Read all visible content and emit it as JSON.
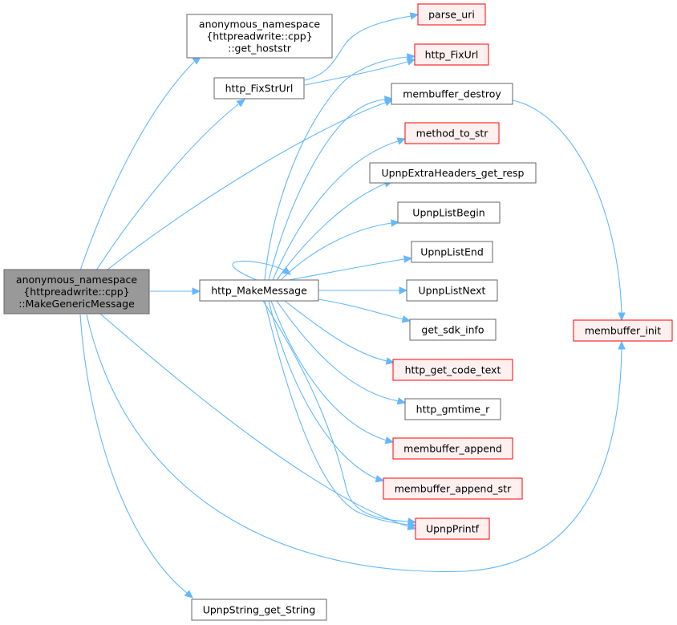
{
  "colors": {
    "edge": "#63b8ff",
    "root_fill": "#999999",
    "root_border": "#666666",
    "normal_border": "#666666",
    "external_border": "#ff0000",
    "external_fill": "#fff0f0",
    "normal_fill": "#ffffff"
  },
  "nodes": {
    "make_generic_message": {
      "lines": [
        "anonymous_namespace",
        "{httpreadwrite::cpp}",
        "::MakeGenericMessage"
      ]
    },
    "get_hoststr": {
      "lines": [
        "anonymous_namespace",
        "{httpreadwrite::cpp}",
        "::get_hoststr"
      ]
    },
    "http_fixstrurl": {
      "lines": [
        "http_FixStrUrl"
      ]
    },
    "http_makemessage": {
      "lines": [
        "http_MakeMessage"
      ]
    },
    "upnpstring_get_string": {
      "lines": [
        "UpnpString_get_String"
      ]
    },
    "parse_uri": {
      "lines": [
        "parse_uri"
      ]
    },
    "http_fixurl": {
      "lines": [
        "http_FixUrl"
      ]
    },
    "membuffer_destroy": {
      "lines": [
        "membuffer_destroy"
      ]
    },
    "method_to_str": {
      "lines": [
        "method_to_str"
      ]
    },
    "upnpextraheaders_get_resp": {
      "lines": [
        "UpnpExtraHeaders_get_resp"
      ]
    },
    "upnplistbegin": {
      "lines": [
        "UpnpListBegin"
      ]
    },
    "upnplistend": {
      "lines": [
        "UpnpListEnd"
      ]
    },
    "upnplistnext": {
      "lines": [
        "UpnpListNext"
      ]
    },
    "get_sdk_info": {
      "lines": [
        "get_sdk_info"
      ]
    },
    "http_get_code_text": {
      "lines": [
        "http_get_code_text"
      ]
    },
    "http_gmtime_r": {
      "lines": [
        "http_gmtime_r"
      ]
    },
    "membuffer_append": {
      "lines": [
        "membuffer_append"
      ]
    },
    "membuffer_append_str": {
      "lines": [
        "membuffer_append_str"
      ]
    },
    "upnpprintf": {
      "lines": [
        "UpnpPrintf"
      ]
    },
    "membuffer_init": {
      "lines": [
        "membuffer_init"
      ]
    }
  }
}
